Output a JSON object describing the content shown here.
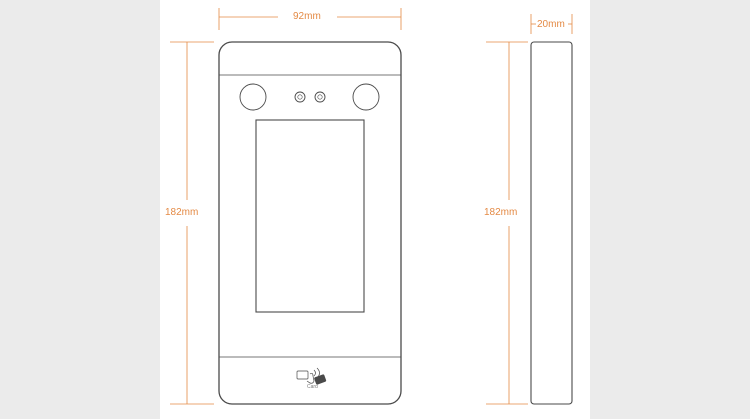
{
  "dimensions": {
    "width": "92mm",
    "height_front": "182mm",
    "depth": "20mm",
    "height_side": "182mm"
  },
  "card_reader": {
    "label": "Card",
    "icon": "nfc-card-icon"
  },
  "colors": {
    "background": "#ebebeb",
    "panel": "#ffffff",
    "outline": "#4a4a4a",
    "dimension": "#e48a45"
  }
}
